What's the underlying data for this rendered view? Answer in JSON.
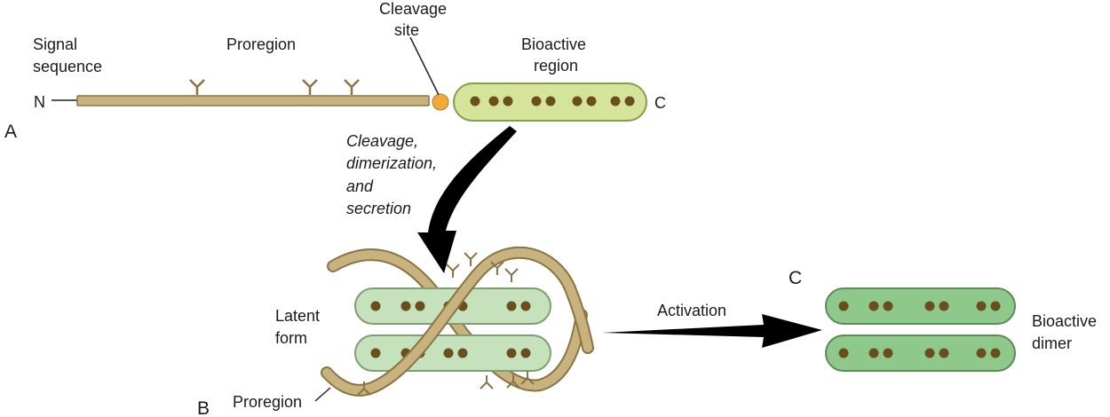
{
  "labels": {
    "signal_line1": "Signal",
    "signal_line2": "sequence",
    "proregion_top": "Proregion",
    "cleavage_line1": "Cleavage",
    "cleavage_line2": "site",
    "bioactive_line1": "Bioactive",
    "bioactive_line2": "region",
    "n_terminus": "N",
    "c_terminus": "C",
    "panel_a": "A",
    "step_line1": "Cleavage,",
    "step_line2": "dimerization,",
    "step_line3": "and",
    "step_line4": "secretion",
    "latent_line1": "Latent",
    "latent_line2": "form",
    "proregion_bottom": "Proregion",
    "panel_b": "B",
    "activation": "Activation",
    "panel_c": "C",
    "dimer_line1": "Bioactive",
    "dimer_line2": "dimer"
  },
  "colors": {
    "proregion_fill": "#c8b27e",
    "proregion_stroke": "#8a7445",
    "bioactive_fill": "#d4e49a",
    "bioactive_stroke": "#8a9a4e",
    "latent_fill": "#c6e2bc",
    "latent_stroke": "#7f9e74",
    "dimer_fill": "#8ec88a",
    "dimer_stroke": "#5c8d58",
    "dot": "#6a4e1e",
    "cleavage_site": "#f2a93b",
    "arrow": "#000000"
  }
}
